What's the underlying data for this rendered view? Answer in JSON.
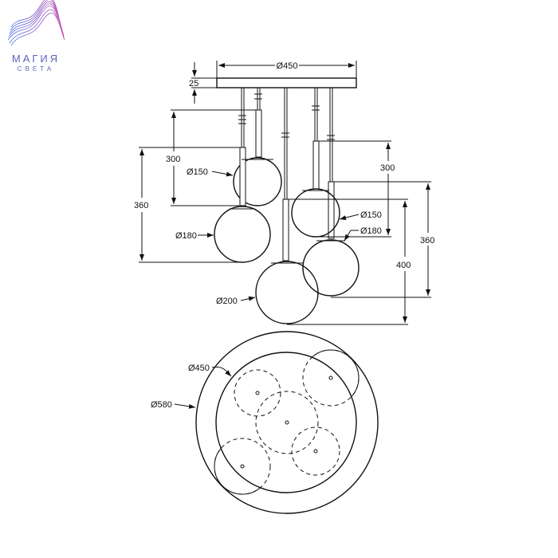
{
  "logo": {
    "line1": "МАГИЯ",
    "line2": "СВЕТА"
  },
  "side_view": {
    "canopy_diameter": "Ø450",
    "canopy_height": "25",
    "left_small_drop": "300",
    "left_large_drop": "360",
    "right_small_drop": "300",
    "right_large_drop": "360",
    "center_drop": "400",
    "globes": [
      "Ø150",
      "Ø180",
      "Ø200",
      "Ø150",
      "Ø180"
    ]
  },
  "top_view": {
    "canopy_diameter": "Ø450",
    "overall_diameter": "Ø580"
  }
}
